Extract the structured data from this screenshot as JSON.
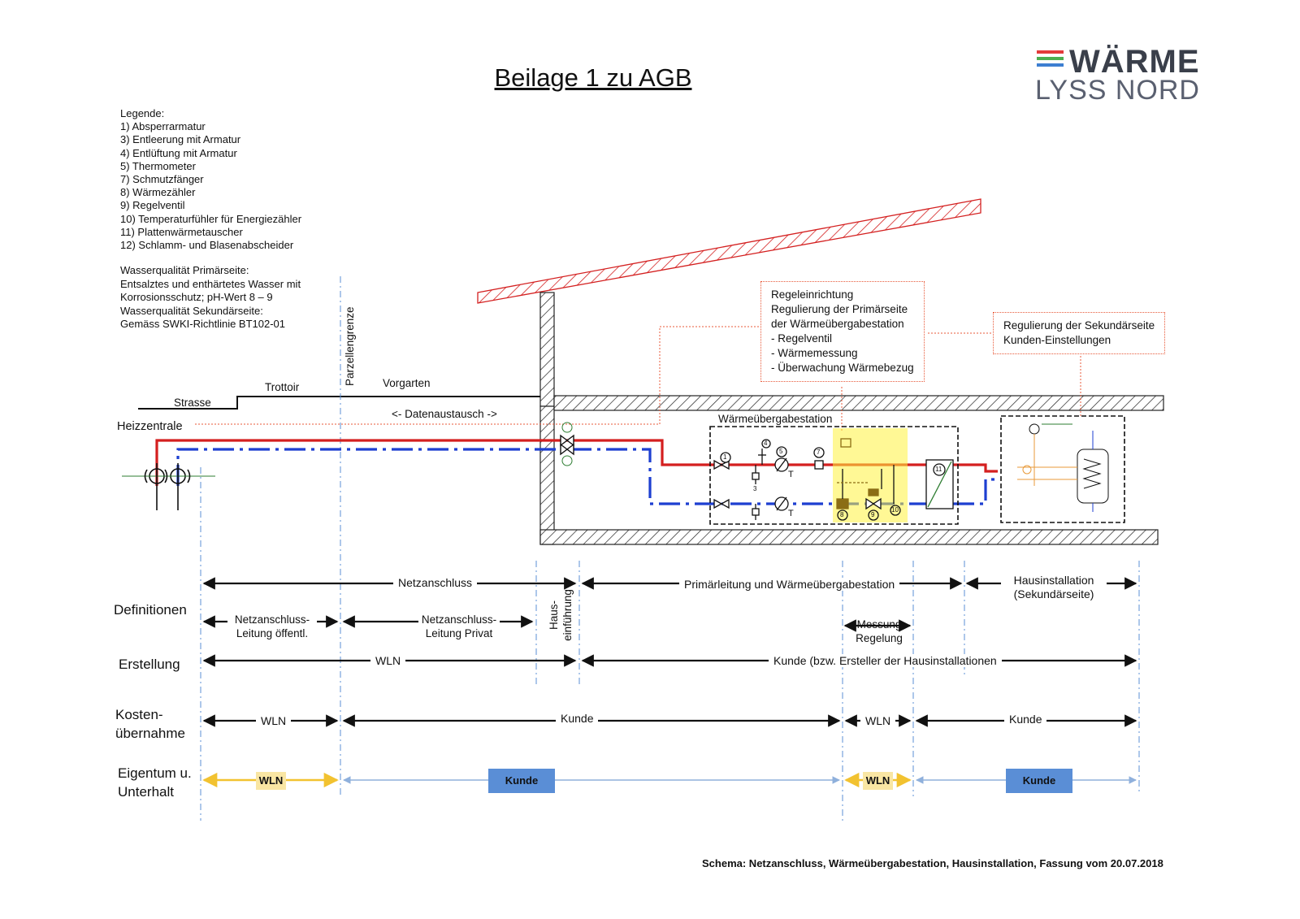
{
  "title": "Beilage 1 zu AGB",
  "logo": {
    "line1": "WÄRME",
    "line2": "LYSS NORD",
    "colors": [
      "#e23b3b",
      "#4caf50",
      "#3d7fd1"
    ]
  },
  "legend": {
    "heading": "Legende:",
    "items": [
      "1)   Absperrarmatur",
      "3)   Entleerung mit Armatur",
      "4)   Entlüftung mit Armatur",
      "5)   Thermometer",
      "7)   Schmutzfänger",
      "8)   Wärmezähler",
      "9)   Regelventil",
      "10) Temperaturfühler für Energiezähler",
      "11) Plattenwärmetauscher",
      "12) Schlamm- und Blasenabscheider"
    ]
  },
  "water": [
    "Wasserqualität Primärseite:",
    "Entsalztes und enthärtetes Wasser mit",
    "Korrosionsschutz; pH-Wert 8 – 9",
    "Wasserqualität Sekundärseite:",
    "Gemäss SWKI-Richtlinie BT102-01"
  ],
  "site": {
    "strasse": "Strasse",
    "trottoir": "Trottoir",
    "parzellengrenze": "Parzellengrenze",
    "vorgarten": "Vorgarten",
    "datenaustausch": "<- Datenaustausch ->",
    "heizzentrale": "Heizzentrale",
    "station_label": "Wärmeübergabestation"
  },
  "callouts": {
    "primary": [
      "Regeleinrichtung",
      "Regulierung der Primärseite",
      "der Wärmeübergabestation",
      "- Regelventil",
      "- Wärmemessung",
      "- Überwachung Wärmebezug"
    ],
    "secondary": [
      "Regulierung der Sekundärseite",
      "Kunden-Einstellungen"
    ]
  },
  "rows": {
    "definitionen": "Definitionen",
    "erstellung": "Erstellung",
    "kosten": [
      "Kosten-",
      "übernahme"
    ],
    "eigentum": [
      "Eigentum u.",
      "Unterhalt"
    ]
  },
  "definitionen": {
    "netzanschluss": "Netzanschluss",
    "primaer": "Primärleitung und Wärmeübergabestation",
    "hausinstallation": [
      "Hausinstallation",
      "(Sekundärseite)"
    ],
    "na_oeffentl": [
      "Netzanschluss-",
      "Leitung  öffentl."
    ],
    "na_privat": [
      "Netzanschluss-",
      "Leitung Privat"
    ],
    "hauseinfuehrung": [
      "Haus-",
      "einführung"
    ],
    "messung": [
      "Messung",
      "Regelung"
    ]
  },
  "erstellung": {
    "wln": "WLN",
    "kunde": "Kunde (bzw. Ersteller der Hausinstallationen"
  },
  "kosten": {
    "wln1": "WLN",
    "kunde1": "Kunde",
    "wln2": "WLN",
    "kunde2": "Kunde"
  },
  "eigentum": {
    "wln1": "WLN",
    "kunde1": "Kunde",
    "wln2": "WLN",
    "kunde2": "Kunde"
  },
  "equipment": {
    "n1": "1",
    "n3": "3",
    "n4": "4",
    "n5": "5",
    "n7": "7",
    "n8": "8",
    "n9": "9",
    "n10": "10",
    "n11": "11",
    "t": "T"
  },
  "footer": "Schema: Netzanschluss, Wärmeübergabestation, Hausinstallation, Fassung vom 20.07.2018"
}
